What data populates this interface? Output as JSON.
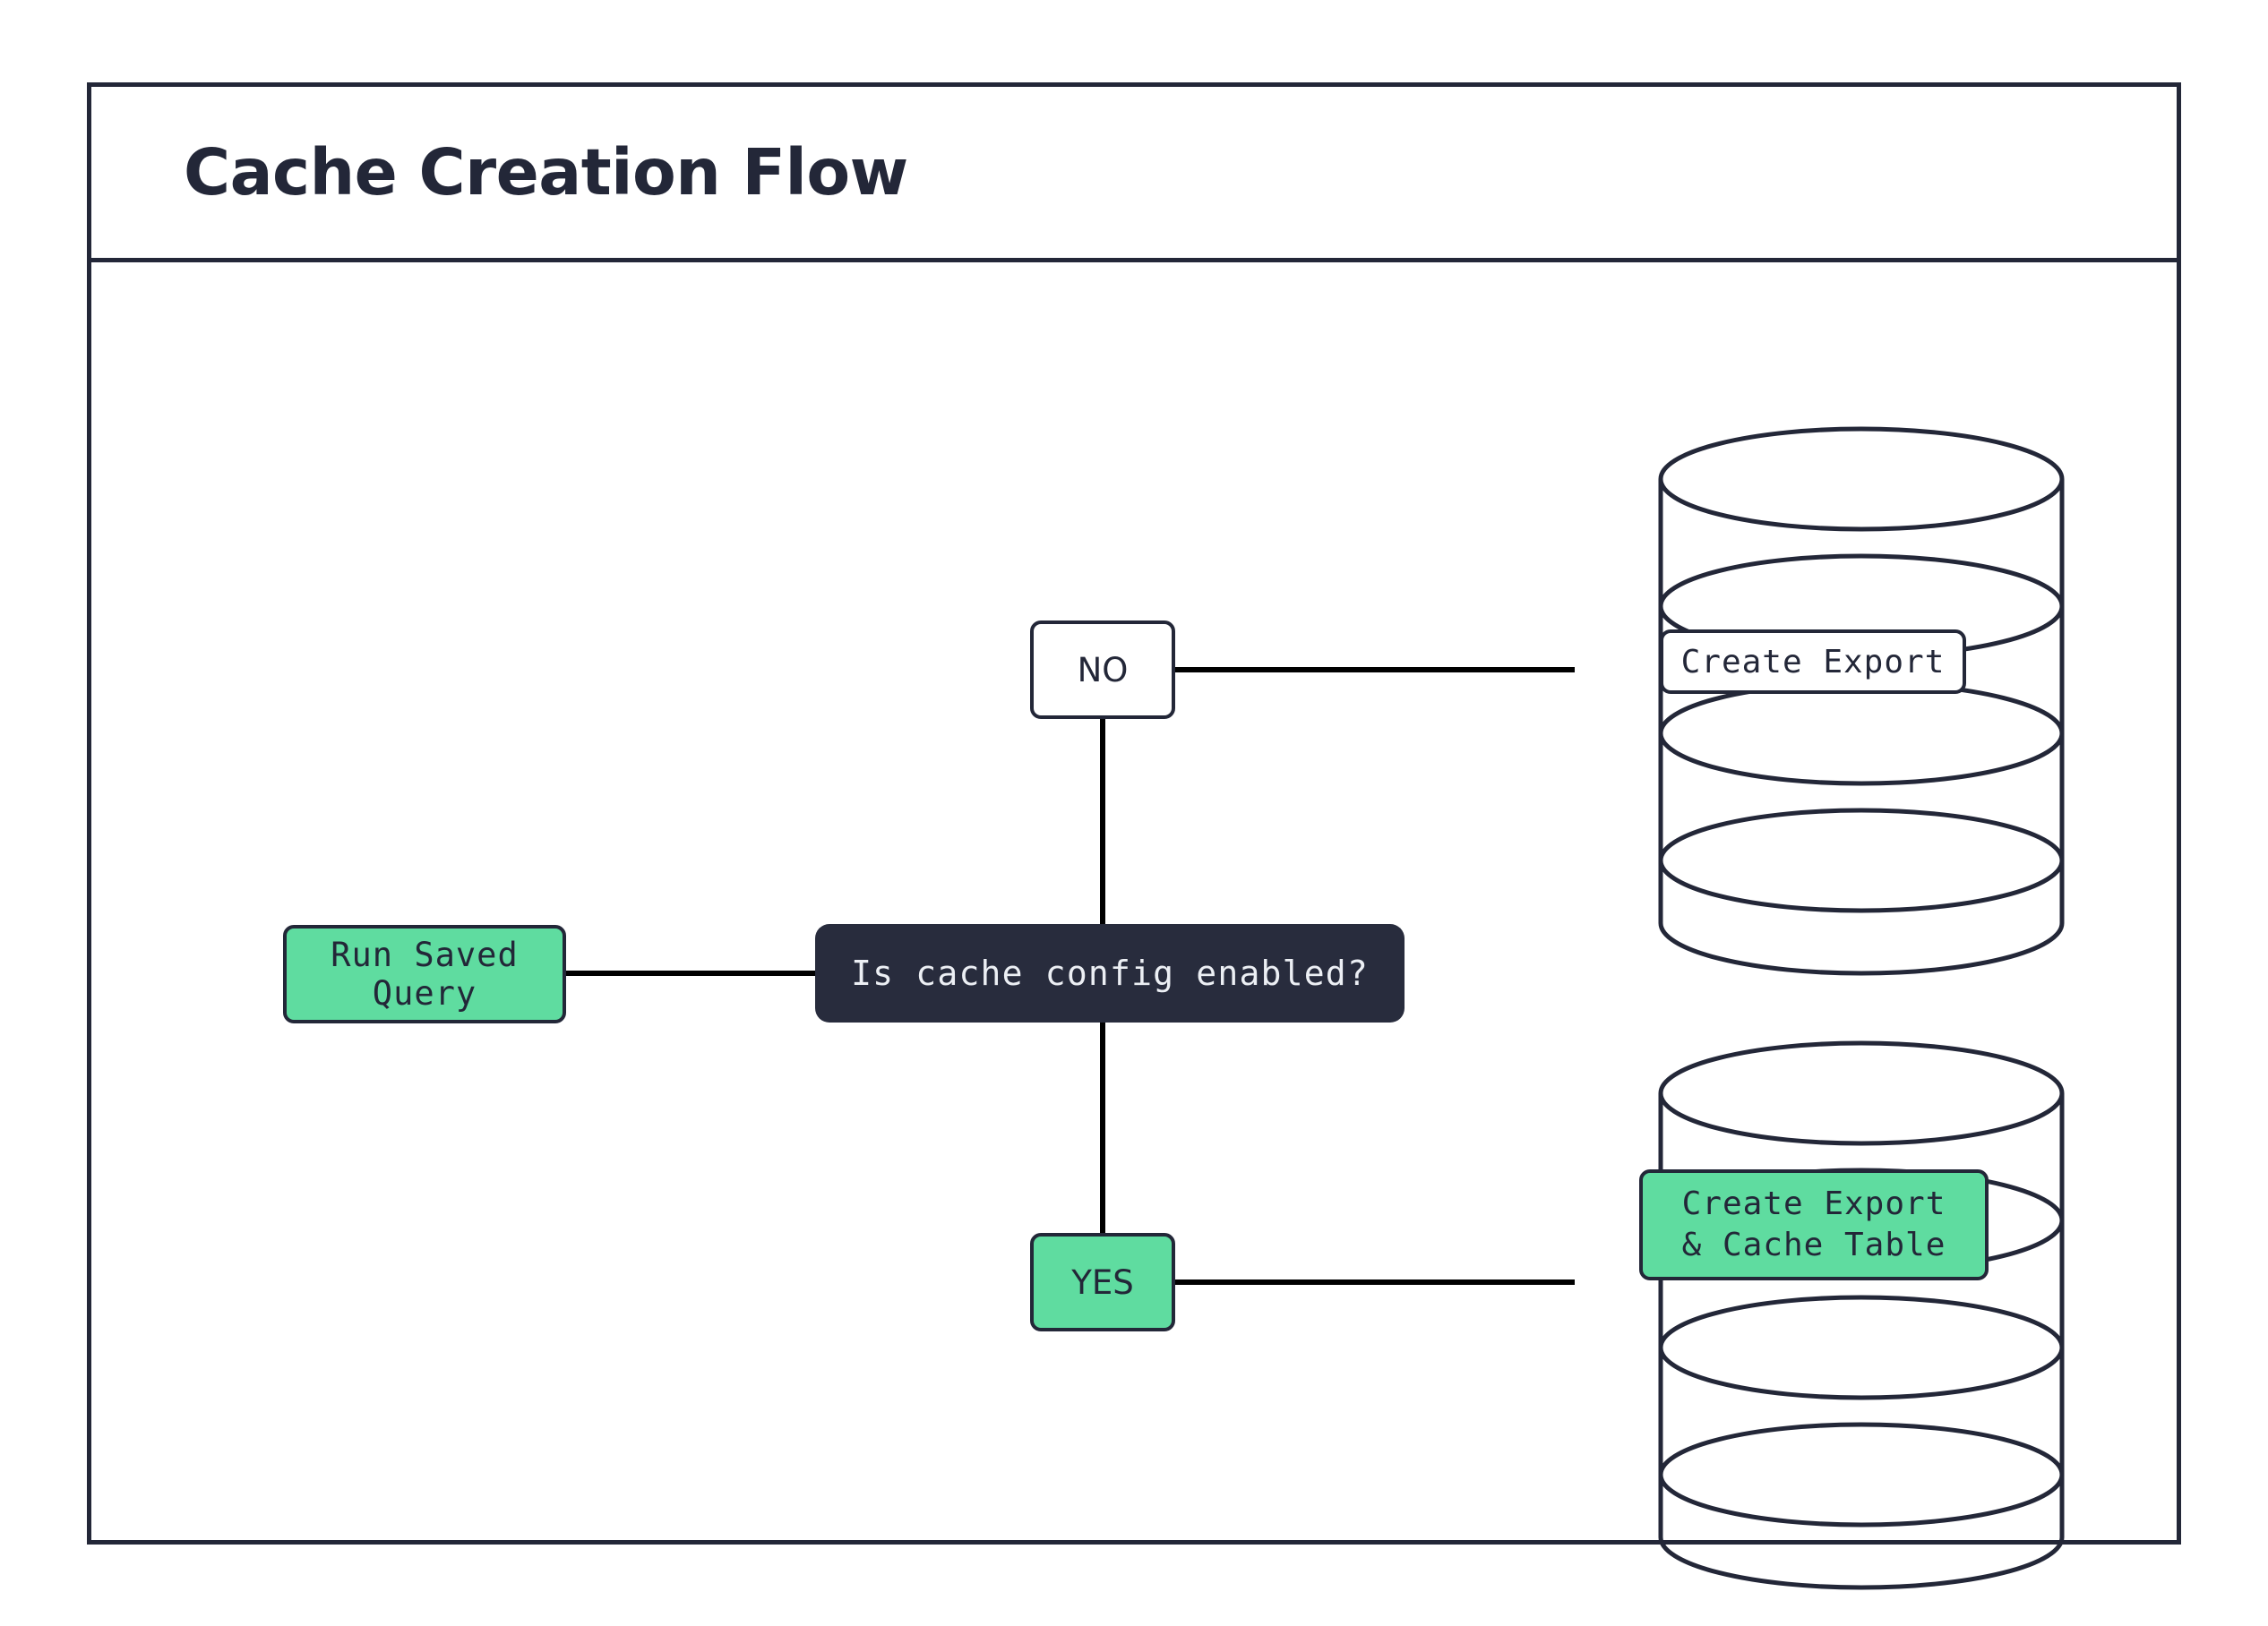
{
  "diagram": {
    "title": "Cache Creation Flow",
    "type": "flowchart",
    "colors": {
      "stroke": "#232738",
      "dark_node_bg": "#282c3d",
      "dark_node_text": "#eceff4",
      "green_node_bg": "#5fdca0",
      "node_text": "#232738",
      "canvas_bg": "#ffffff",
      "connector": "#000000"
    },
    "nodes": [
      {
        "id": "run-saved-query",
        "label": "Run Saved Query",
        "shape": "rounded-rect",
        "style": "green"
      },
      {
        "id": "decision",
        "label": "Is cache config enabled?",
        "shape": "rounded-rect",
        "style": "dark"
      },
      {
        "id": "no",
        "label": "NO",
        "shape": "rounded-rect",
        "style": "white"
      },
      {
        "id": "yes",
        "label": "YES",
        "shape": "rounded-rect",
        "style": "green"
      },
      {
        "id": "db-top",
        "label": "Create Export",
        "shape": "cylinder",
        "style": "white"
      },
      {
        "id": "db-bottom",
        "label_line1": "Create Export",
        "label_line2": "& Cache Table",
        "shape": "cylinder",
        "style": "green"
      }
    ],
    "edges": [
      {
        "from": "run-saved-query",
        "to": "decision",
        "label": ""
      },
      {
        "from": "decision",
        "to": "no",
        "label": ""
      },
      {
        "from": "decision",
        "to": "yes",
        "label": ""
      },
      {
        "from": "no",
        "to": "db-top",
        "label": ""
      },
      {
        "from": "yes",
        "to": "db-bottom",
        "label": ""
      }
    ]
  }
}
